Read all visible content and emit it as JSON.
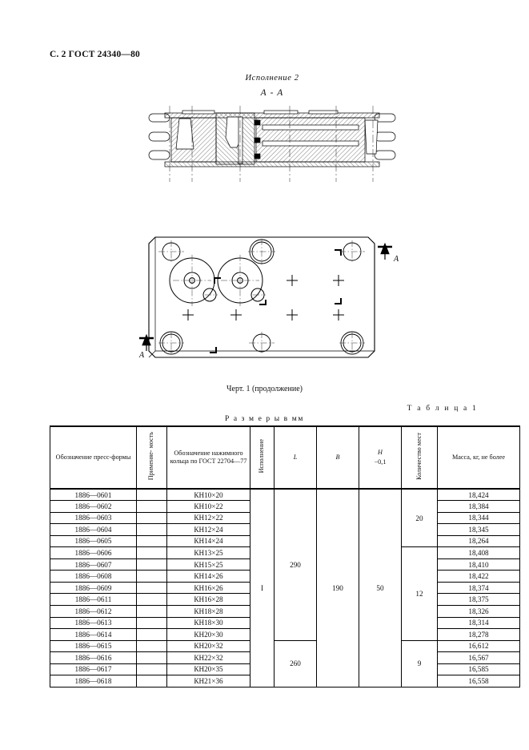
{
  "header": {
    "page_mark": "С. 2 ГОСТ 24340—80"
  },
  "figures": {
    "section_view": {
      "variant_label": "Исполнение 2",
      "section_label": "А - А"
    },
    "plan_view": {
      "section_arrow_label_right": "A",
      "section_arrow_label_left": "A"
    },
    "caption": "Черт. 1 (продолжение)"
  },
  "table": {
    "table_number": "Т а б л и ц а  1",
    "units_note": "Р а з м е р ы  в  мм",
    "headers": {
      "designation": "Обозначение пресс-формы",
      "applicability": "Применяе- мость",
      "ring_designation": "Обозначение нажимного кольца по ГОСТ  22704—77",
      "execution": "Исполнение",
      "L": "L",
      "B": "B",
      "H": "H",
      "H_tolerance": "−0,1",
      "places_count": "Количество мест",
      "mass": "Масса, кг, не более"
    },
    "rows": [
      {
        "designation": "1886—0601",
        "applicability": "",
        "ring": "КН10×20",
        "mass": "18,424"
      },
      {
        "designation": "1886—0602",
        "applicability": "",
        "ring": "КН10×22",
        "mass": "18,384"
      },
      {
        "designation": "1886—0603",
        "applicability": "",
        "ring": "КН12×22",
        "mass": "18,344"
      },
      {
        "designation": "1886—0604",
        "applicability": "",
        "ring": "КН12×24",
        "mass": "18,345"
      },
      {
        "designation": "1886—0605",
        "applicability": "",
        "ring": "КН14×24",
        "mass": "18,264"
      },
      {
        "designation": "1886—0606",
        "applicability": "",
        "ring": "КН13×25",
        "mass": "18,408"
      },
      {
        "designation": "1886—0607",
        "applicability": "",
        "ring": "КН15×25",
        "mass": "18,410"
      },
      {
        "designation": "1886—0608",
        "applicability": "",
        "ring": "КН14×26",
        "mass": "18,422"
      },
      {
        "designation": "1886—0609",
        "applicability": "",
        "ring": "КН16×26",
        "mass": "18,374"
      },
      {
        "designation": "1886—0611",
        "applicability": "",
        "ring": "КН16×28",
        "mass": "18,375"
      },
      {
        "designation": "1886—0612",
        "applicability": "",
        "ring": "КН18×28",
        "mass": "18,326"
      },
      {
        "designation": "1886—0613",
        "applicability": "",
        "ring": "КН18×30",
        "mass": "18,314"
      },
      {
        "designation": "1886—0614",
        "applicability": "",
        "ring": "КН20×30",
        "mass": "18,278"
      },
      {
        "designation": "1886—0615",
        "applicability": "",
        "ring": "КН20×32",
        "mass": "16,612"
      },
      {
        "designation": "1886—0616",
        "applicability": "",
        "ring": "КН22×32",
        "mass": "16,567"
      },
      {
        "designation": "1886—0617",
        "applicability": "",
        "ring": "КН20×35",
        "mass": "16,585"
      },
      {
        "designation": "1886—0618",
        "applicability": "",
        "ring": "КН21×36",
        "mass": "16,558"
      }
    ],
    "merged": {
      "execution_value": "I",
      "L_values": [
        {
          "value": "290",
          "rowspan": 13
        },
        {
          "value": "260",
          "rowspan": 4
        }
      ],
      "B_value": "190",
      "H_value": "50",
      "places_values": [
        {
          "value": "20",
          "rowspan": 5
        },
        {
          "value": "12",
          "rowspan": 8
        },
        {
          "value": "9",
          "rowspan": 4
        }
      ]
    }
  }
}
